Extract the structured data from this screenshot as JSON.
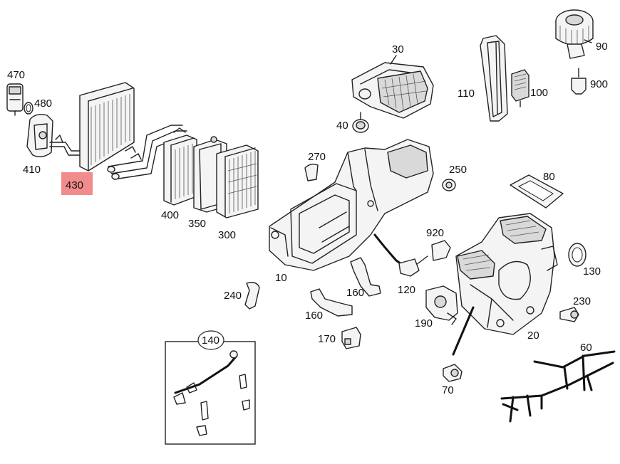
{
  "labels": {
    "p470": "470",
    "p480": "480",
    "p410": "410",
    "p430": "430",
    "p400": "400",
    "p350": "350",
    "p300": "300",
    "p30": "30",
    "p40": "40",
    "p110": "110",
    "p100": "100",
    "p90": "90",
    "p900": "900",
    "p270": "270",
    "p250": "250",
    "p80": "80",
    "p920": "920",
    "p10": "10",
    "p240": "240",
    "p160a": "160",
    "p160b": "160",
    "p120": "120",
    "p190": "190",
    "p130": "130",
    "p230": "230",
    "p170": "170",
    "p20": "20",
    "p140": "140",
    "p60": "60",
    "p70": "70"
  },
  "colors": {
    "highlight": "#f28b8b",
    "ink": "#222222"
  }
}
